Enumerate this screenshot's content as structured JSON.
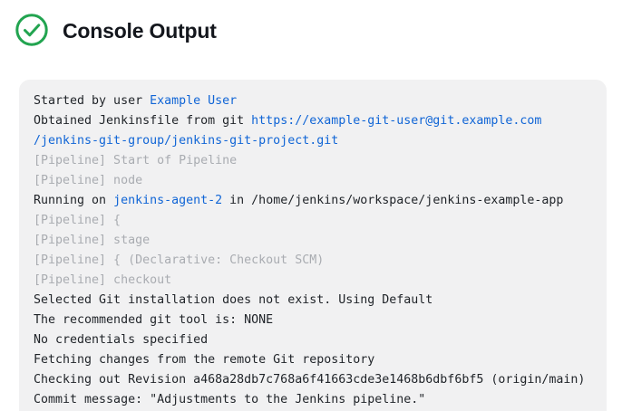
{
  "header": {
    "title": "Console Output",
    "status": "success"
  },
  "colors": {
    "success_green": "#22a450",
    "link_blue": "#1065d6",
    "muted_gray": "#a9acb1",
    "text_dark": "#1f2328",
    "title_color": "#14171d",
    "console_bg": "#f1f1f2",
    "page_bg": "#ffffff"
  },
  "icons": {
    "header_icon": "success-check-icon"
  },
  "console": {
    "lines": [
      {
        "segments": [
          {
            "text": "Started by user ",
            "style": "plain"
          },
          {
            "text": "Example User",
            "style": "link"
          }
        ]
      },
      {
        "segments": [
          {
            "text": "Obtained Jenkinsfile from git ",
            "style": "plain"
          },
          {
            "text": "https://example-git-user@git.example.com",
            "style": "link"
          }
        ]
      },
      {
        "segments": [
          {
            "text": "/jenkins-git-group/jenkins-git-project.git",
            "style": "link"
          }
        ]
      },
      {
        "segments": [
          {
            "text": "[Pipeline] Start of Pipeline",
            "style": "muted"
          }
        ]
      },
      {
        "segments": [
          {
            "text": "[Pipeline] node",
            "style": "muted"
          }
        ]
      },
      {
        "segments": [
          {
            "text": "Running on ",
            "style": "plain"
          },
          {
            "text": "jenkins-agent-2",
            "style": "link"
          },
          {
            "text": " in /home/jenkins/workspace/jenkins-example-app",
            "style": "plain"
          }
        ]
      },
      {
        "segments": [
          {
            "text": "[Pipeline] {",
            "style": "muted"
          }
        ]
      },
      {
        "segments": [
          {
            "text": "[Pipeline] stage",
            "style": "muted"
          }
        ]
      },
      {
        "segments": [
          {
            "text": "[Pipeline] { (Declarative: Checkout SCM)",
            "style": "muted"
          }
        ]
      },
      {
        "segments": [
          {
            "text": "[Pipeline] checkout",
            "style": "muted"
          }
        ]
      },
      {
        "segments": [
          {
            "text": "Selected Git installation does not exist. Using Default",
            "style": "plain"
          }
        ]
      },
      {
        "segments": [
          {
            "text": "The recommended git tool is: NONE",
            "style": "plain"
          }
        ]
      },
      {
        "segments": [
          {
            "text": "No credentials specified",
            "style": "plain"
          }
        ]
      },
      {
        "segments": [
          {
            "text": "Fetching changes from the remote Git repository",
            "style": "plain"
          }
        ]
      },
      {
        "segments": [
          {
            "text": "Checking out Revision a468a28db7c768a6f41663cde3e1468b6dbf6bf5 (origin/main)",
            "style": "plain"
          }
        ]
      },
      {
        "segments": [
          {
            "text": "Commit message: \"Adjustments to the Jenkins pipeline.\"",
            "style": "plain"
          }
        ]
      }
    ]
  }
}
